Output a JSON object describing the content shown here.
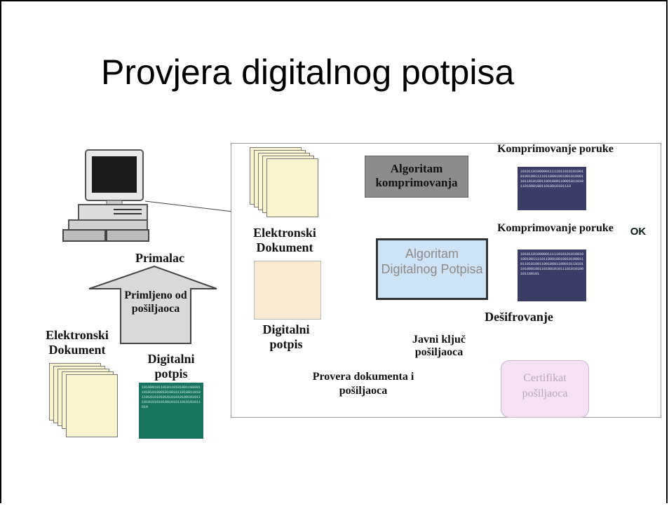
{
  "title": "Provjera digitalnog potpisa",
  "receiver": {
    "label": "Primalac",
    "arrow_label": "Primljeno od pošiljaoca",
    "doc_label": "Elektronski Dokument",
    "sig_label": "Digitalni potpis"
  },
  "panel": {
    "doc_label": "Elektronski Dokument",
    "sig_label": "Digitalni potpis",
    "hash_algorithm_label": "Algoritam komprimovanja",
    "compressed_top_label": "Komprimovanje poruke",
    "compressed_bottom_label": "Komprimovanje poruke",
    "signature_algorithm_label": "Algoritam Digitalnog Potpisa",
    "decryption_label": "Dešifrovanje",
    "public_key_label": "Javni ključ pošiljaoca",
    "certificate_label": "Certifikat pošiljaoca",
    "ok_label": "OK",
    "result_label": "Provera dokumenta i pošiljaoca"
  },
  "colors": {
    "arrow_fill": "#f1eaa0",
    "hash_box": "#8c8c8c",
    "sig_algo_box": "#cfe3f6",
    "binary_box": "#3b3d67",
    "signature_box": "#17745e",
    "ok_star": "#0f7a6a",
    "certificate_box": "#f5e2f6",
    "result_burst": "#f8f38a",
    "key_arrow": "#128067"
  }
}
